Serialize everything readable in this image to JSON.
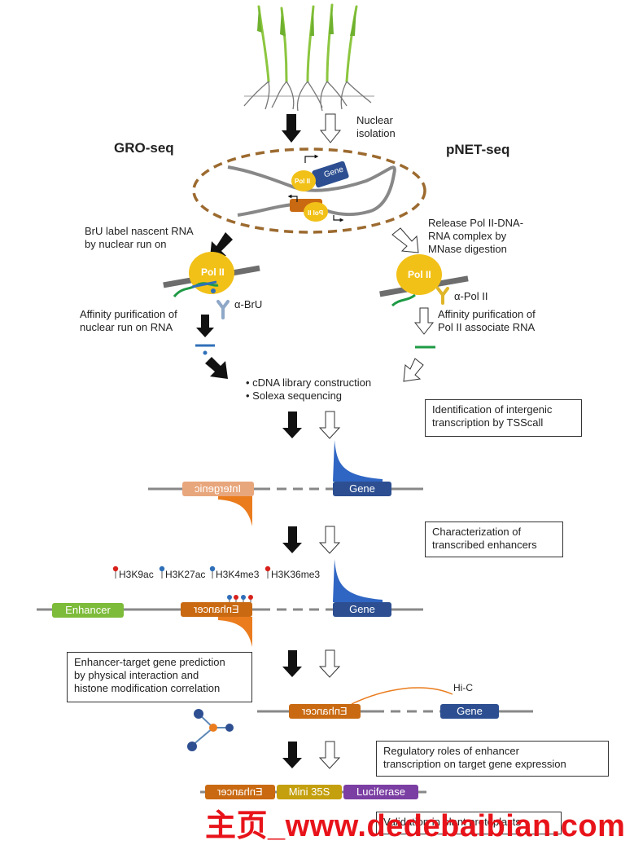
{
  "labels": {
    "nuclear_isolation": [
      "Nuclear",
      "isolation"
    ],
    "gro_seq": "GRO-seq",
    "pnet_seq": "pNET-seq",
    "pol_ii": "Pol II",
    "gene": "Gene",
    "enhancer": "Enhancer",
    "brU_step": [
      "BrU label nascent RNA",
      "by nuclear run on"
    ],
    "release_step": [
      "Release Pol II-DNA-",
      "RNA complex by",
      "MNase digestion"
    ],
    "alpha_bru": "α-BrU",
    "alpha_pol": "α-Pol II",
    "affinity_left": [
      "Affinity purification of",
      "nuclear run on RNA"
    ],
    "affinity_right": [
      "Affinity purification of",
      "Pol II associate RNA"
    ],
    "library_steps": [
      "cDNA library construction",
      "Solexa sequencing"
    ],
    "intergenic": "Intergenic",
    "mini35s": "Mini 35S",
    "luciferase": "Luciferase",
    "hic": "Hi-C"
  },
  "histone_marks": [
    {
      "name": "H3K9ac",
      "color": "#d9211c"
    },
    {
      "name": "H3K27ac",
      "color": "#2f6fb8"
    },
    {
      "name": "H3K4me3",
      "color": "#2f6fb8"
    },
    {
      "name": "H3K36me3",
      "color": "#d9211c"
    }
  ],
  "boxes": {
    "tsscall": [
      "Identification of  intergenic",
      "transcription by TSScall"
    ],
    "characterization": [
      "Characterization of",
      "transcribed enhancers"
    ],
    "prediction": [
      "Enhancer-target gene prediction",
      "by physical interaction and",
      "histone modification correlation"
    ],
    "regulatory": [
      "Regulatory roles of enhancer",
      "transcription on target gene expression"
    ],
    "validation": "Validation in plant protoplasts"
  },
  "watermark": "主页_www.dedebaibian.com",
  "colors": {
    "gene": "#2d4f91",
    "enhancer": "#c96a12",
    "enhancer_green": "#7dbb3a",
    "intergenic": "#e8a67c",
    "pol": "#f2c118",
    "dna": "#6d6d6d",
    "mini35s": "#c4a00e",
    "luciferase": "#7b3ea3",
    "rna_green": "#1e9a45",
    "rna_blue": "#2f6fb8",
    "signal_blue": "#2f66c4",
    "signal_orange": "#ea7c1d",
    "dashed_nucleus": "#9c6a2f"
  }
}
